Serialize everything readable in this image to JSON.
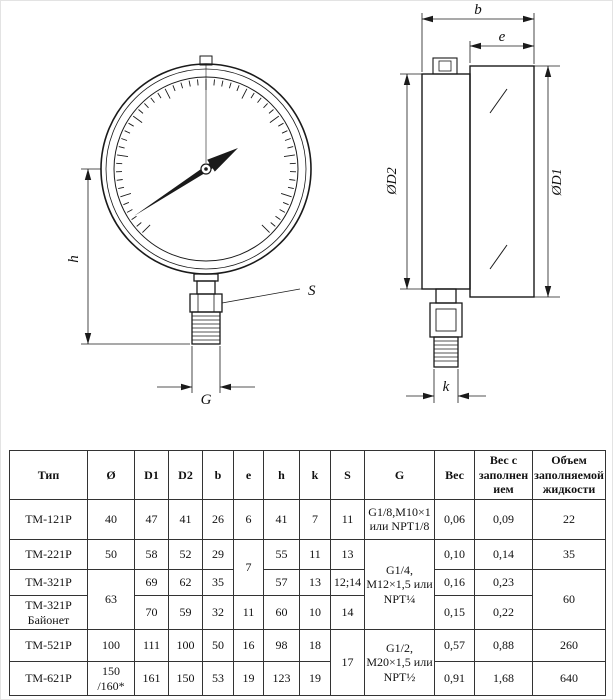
{
  "colors": {
    "line": "#1a1a1a",
    "table_border": "#333333"
  },
  "drawing": {
    "front": {
      "h_label": "h",
      "s_label": "S",
      "g_label": "G"
    },
    "side": {
      "b_label": "b",
      "e_label": "e",
      "d2_label": "ØD2",
      "d1_label": "ØD1",
      "k_label": "k"
    }
  },
  "table": {
    "headers": {
      "tip": "Тип",
      "d": "Ø",
      "d1": "D1",
      "d2": "D2",
      "b": "b",
      "e": "e",
      "h": "h",
      "k": "k",
      "s": "S",
      "g": "G",
      "ves": "Вес",
      "ves_fill": "Вес с заполнением",
      "volume": "Объем заполняемой жидкости"
    },
    "rows": [
      {
        "tip": "ТМ-121Р",
        "d": "40",
        "d1": "47",
        "d2": "41",
        "b": "26",
        "e": "6",
        "h": "41",
        "k": "7",
        "s": "11",
        "g": "G1/8,М10×1 или NPT1/8",
        "ves": "0,06",
        "ves_fill": "0,09",
        "volume": "22"
      },
      {
        "tip": "ТМ-221Р",
        "d": "50",
        "d1": "58",
        "d2": "52",
        "b": "29",
        "e": "7",
        "h": "55",
        "k": "11",
        "s": "13",
        "g": "G1/4, М12×1,5 или NPT¼",
        "ves": "0,10",
        "ves_fill": "0,14",
        "volume": "35"
      },
      {
        "tip": "ТМ-321Р",
        "d": "63",
        "d1": "69",
        "d2": "62",
        "b": "35",
        "h": "57",
        "k": "13",
        "s": "12;14",
        "ves": "0,16",
        "ves_fill": "0,23",
        "volume": "60"
      },
      {
        "tip": "ТМ-321Р Байонет",
        "d1": "70",
        "d2": "59",
        "b": "32",
        "e": "11",
        "h": "60",
        "k": "10",
        "s": "14",
        "ves": "0,15",
        "ves_fill": "0,22"
      },
      {
        "tip": "ТМ-521Р",
        "d": "100",
        "d1": "111",
        "d2": "100",
        "b": "50",
        "e": "16",
        "h": "98",
        "k": "18",
        "s": "17",
        "g": "G1/2, М20×1,5 или NPT½",
        "ves": "0,57",
        "ves_fill": "0,88",
        "volume": "260"
      },
      {
        "tip": "ТМ-621Р",
        "d": "150\n/160*",
        "d1": "161",
        "d2": "150",
        "b": "53",
        "e": "19",
        "h": "123",
        "k": "19",
        "ves": "0,91",
        "ves_fill": "1,68",
        "volume": "640"
      }
    ]
  }
}
